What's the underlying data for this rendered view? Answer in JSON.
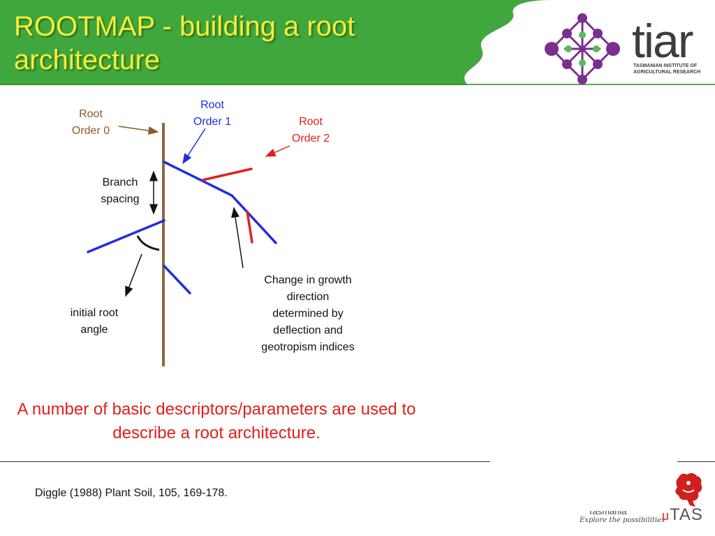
{
  "header": {
    "title": "ROOTMAP - building a root architecture",
    "colors": {
      "band": "#3fa73d",
      "title": "#f5ee3a"
    }
  },
  "logo": {
    "icon": "tiar-dots-logo",
    "word": "tiar",
    "subtitle_line1": "TASMANIAN INSTITUTE OF",
    "subtitle_line2": "AGRICULTURAL RESEARCH",
    "colors": {
      "purple": "#7a2f8f",
      "green": "#5cb85c"
    }
  },
  "diagram": {
    "root_order_0": {
      "line1": "Root",
      "line2": "Order 0",
      "color": "#8b5a2b"
    },
    "root_order_1": {
      "line1": "Root",
      "line2": "Order 1",
      "color": "#1f2ee0"
    },
    "root_order_2": {
      "line1": "Root",
      "line2": "Order 2",
      "color": "#e02020"
    },
    "branch_spacing": {
      "line1": "Branch",
      "line2": "spacing"
    },
    "initial_root_angle": {
      "line1": "initial root",
      "line2": "angle"
    },
    "growth_change": {
      "line1": "Change in growth",
      "line2": "direction",
      "line3": "determined by",
      "line4": "deflection and",
      "line5": "geotropism indices"
    }
  },
  "note": "A number of basic descriptors/parameters are used to describe a root architecture.",
  "reference": "Diggle (1988) Plant Soil, 105, 169-178.",
  "footer": {
    "icon": "utas-lion-crest",
    "tasmania": "Tasmania",
    "tagline": "Explore the possibilities",
    "utas_u": "u",
    "utas_rest": "TAS"
  }
}
